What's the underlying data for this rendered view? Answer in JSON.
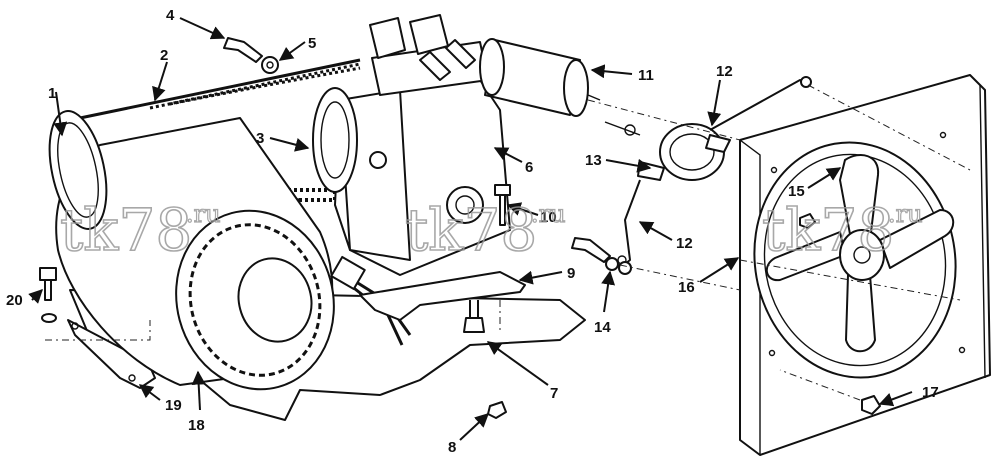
{
  "callouts": [
    "1",
    "2",
    "3",
    "4",
    "5",
    "6",
    "7",
    "8",
    "9",
    "10",
    "11",
    "12",
    "12",
    "13",
    "14",
    "15",
    "16",
    "17",
    "18",
    "19",
    "20"
  ],
  "watermark": {
    "main": "tk78",
    "suffix": ".ru"
  }
}
